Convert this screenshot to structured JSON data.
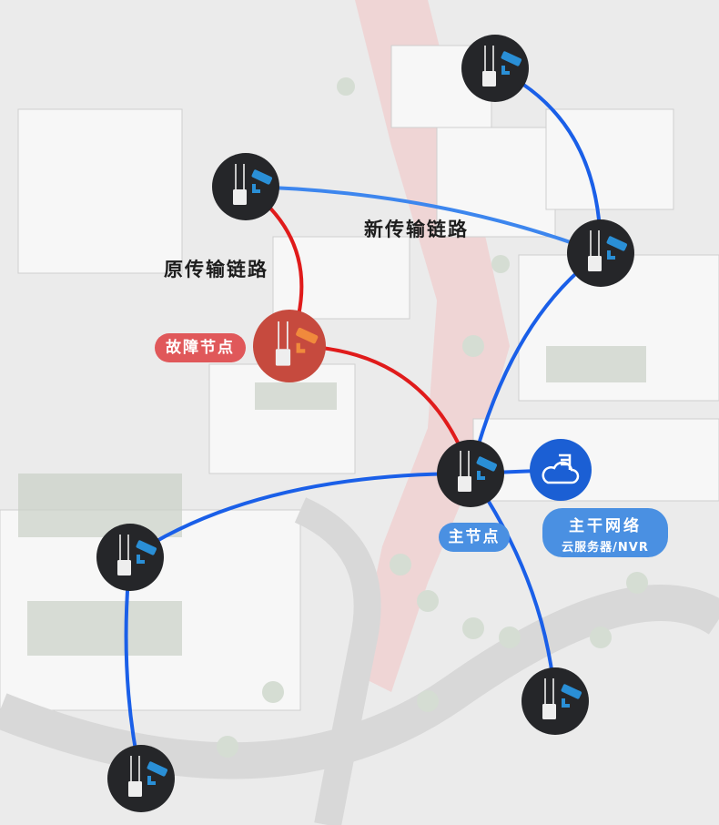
{
  "labels": {
    "old_link": "原传输链路",
    "new_link": "新传输链路",
    "fault_node": "故障节点",
    "main_node": "主节点",
    "backbone_title": "主干网络",
    "backbone_sub": "云服务器/NVR"
  },
  "colors": {
    "link_blue": "#1a5fe8",
    "link_new": "#3d86ee",
    "link_red": "#e01b1b",
    "node_dark": "#252629",
    "node_fault": "#c64a3e",
    "camera_blue": "#2a8fd6",
    "camera_orange": "#f08a3c"
  },
  "icons": {
    "node": "wireless-ap-camera-icon",
    "cloud": "cloud-server-icon"
  }
}
